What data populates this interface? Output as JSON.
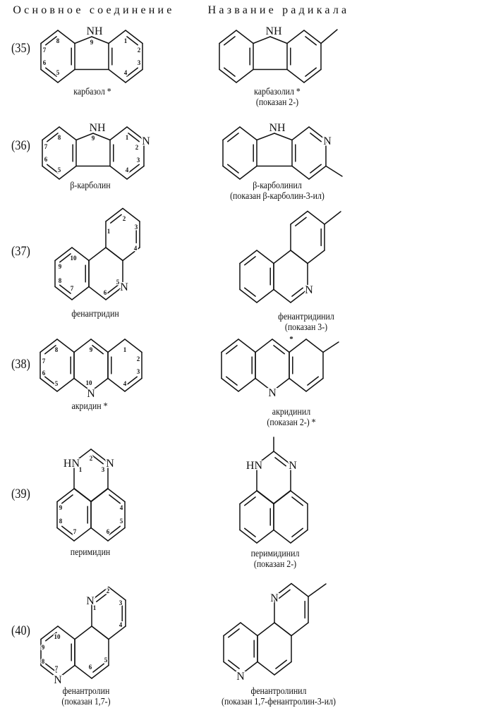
{
  "header": {
    "left_title": "Основное соединение",
    "right_title": "Название радикала"
  },
  "entries": [
    {
      "number": "(35)",
      "parent": {
        "name": "карбазол *",
        "atoms": [
          "NH",
          "9",
          "8",
          "7",
          "6",
          "5",
          "1",
          "2",
          "3",
          "4"
        ]
      },
      "radical": {
        "name": "карбазолил *",
        "note": "(показан 2-)",
        "atoms": [
          "NH"
        ]
      }
    },
    {
      "number": "(36)",
      "parent": {
        "name": "β-карболин",
        "atoms": [
          "NH",
          "9",
          "8",
          "7",
          "6",
          "5",
          "1",
          "2",
          "N",
          "3",
          "4"
        ]
      },
      "radical": {
        "name": "β-карболинил",
        "note": "(показан β-карболин-3-ил)",
        "atoms": [
          "NH",
          "N"
        ]
      }
    },
    {
      "number": "(37)",
      "parent": {
        "name": "фенантридин",
        "atoms": [
          "1",
          "2",
          "3",
          "4",
          "N",
          "5",
          "6",
          "7",
          "8",
          "9",
          "10"
        ]
      },
      "radical": {
        "name": "фенантридинил",
        "note": "(показан 3-)",
        "atoms": [
          "N"
        ]
      }
    },
    {
      "number": "(38)",
      "parent": {
        "name": "акридин *",
        "atoms": [
          "8",
          "7",
          "6",
          "5",
          "9",
          "1",
          "2",
          "3",
          "4",
          "10",
          "N"
        ]
      },
      "radical": {
        "name": "акридинил",
        "note": "(показан 2-) *",
        "atoms": [
          "N",
          "*"
        ]
      }
    },
    {
      "number": "(39)",
      "parent": {
        "name": "перимидин",
        "atoms": [
          "HN",
          "1",
          "2",
          "3",
          "N",
          "9",
          "8",
          "7",
          "6",
          "5",
          "4"
        ]
      },
      "radical": {
        "name": "перимидинил",
        "note": "(показан 2-)",
        "atoms": [
          "HN",
          "N"
        ]
      }
    },
    {
      "number": "(40)",
      "parent": {
        "name": "фенантролин",
        "note": "(показан 1,7-)",
        "atoms": [
          "N",
          "1",
          "2",
          "3",
          "4",
          "5",
          "6",
          "N",
          "7",
          "8",
          "9",
          "10"
        ]
      },
      "radical": {
        "name": "фенантролинил",
        "note": "(показан 1,7-фенантролин-3-ил)",
        "atoms": [
          "N",
          "N"
        ]
      }
    }
  ]
}
